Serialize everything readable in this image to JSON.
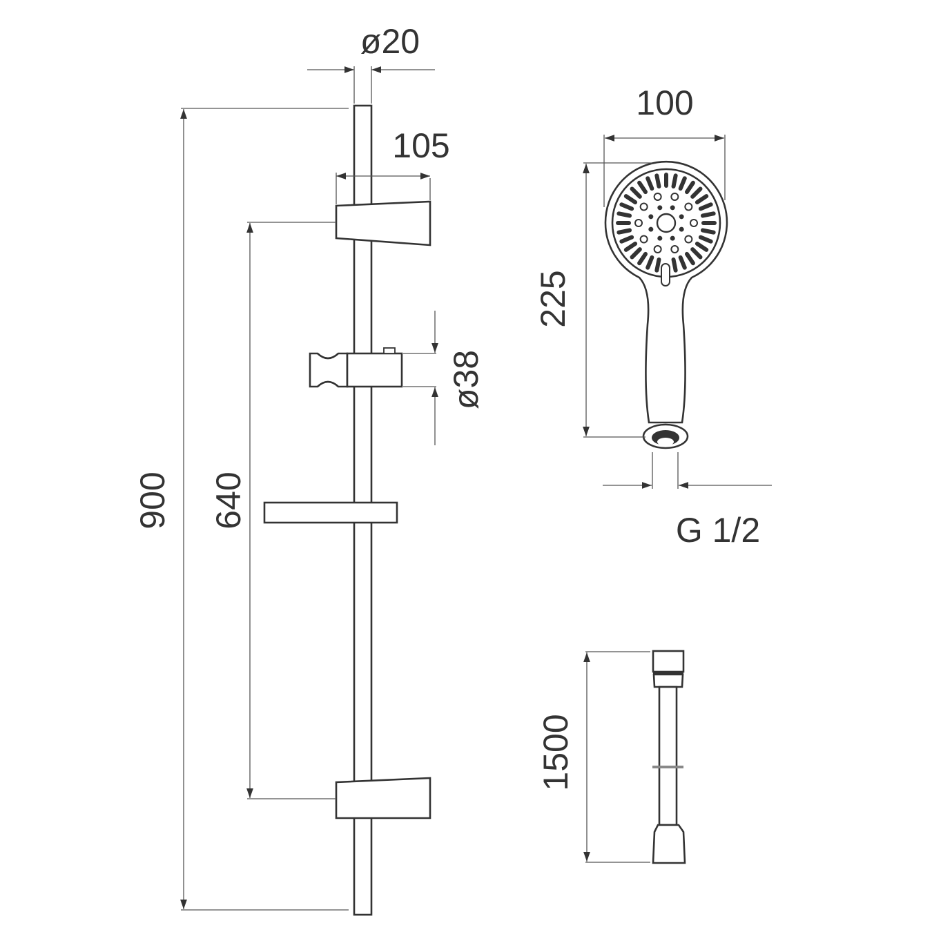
{
  "dimensions": {
    "rail_diameter": "ø20",
    "bracket_depth": "105",
    "rail_length": "900",
    "bracket_spacing": "640",
    "slider_diameter": "ø38",
    "head_width": "100",
    "head_length": "225",
    "connection_thread": "G 1/2",
    "hose_length": "1500"
  },
  "colors": {
    "line": "#333333",
    "dimension_line": "#555555",
    "background": "#ffffff"
  }
}
